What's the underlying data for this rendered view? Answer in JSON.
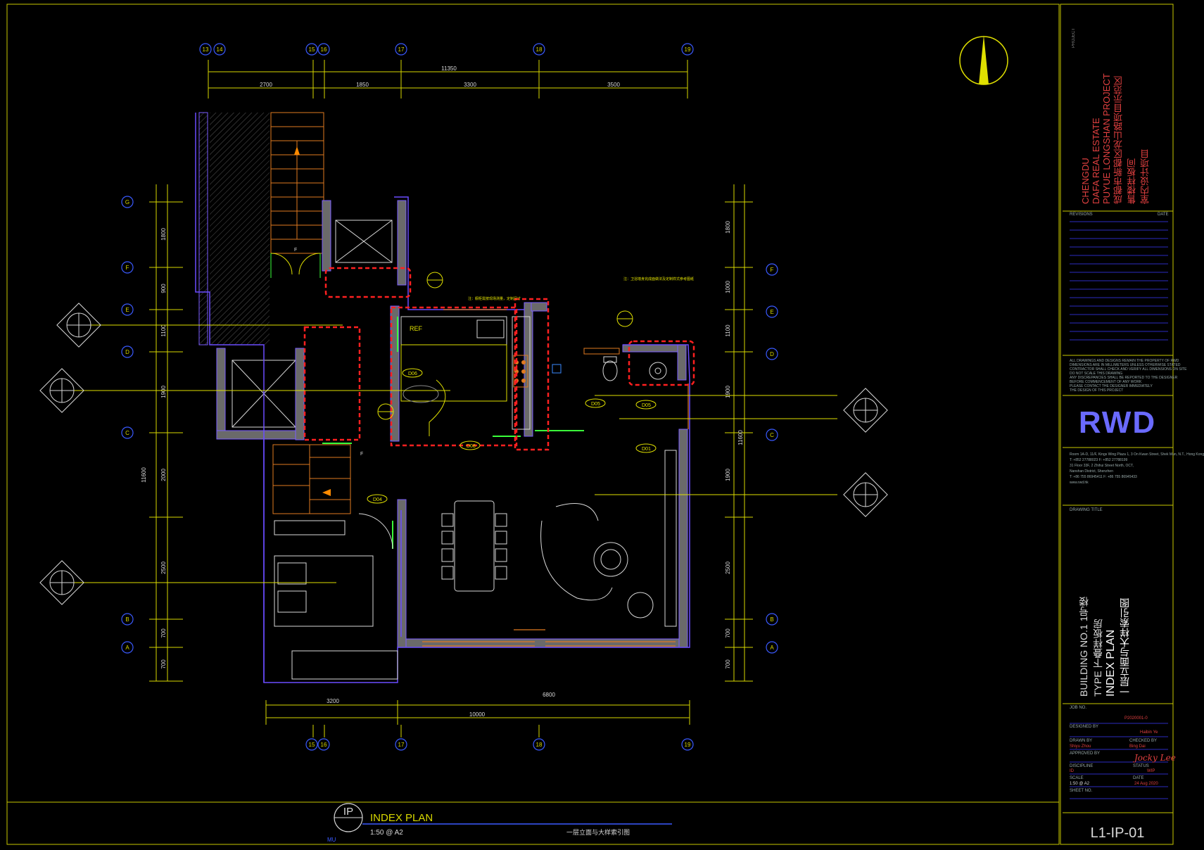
{
  "grid": {
    "columns_top": [
      "13",
      "14",
      "15",
      "16",
      "17",
      "18",
      "19"
    ],
    "columns_bottom": [
      "15",
      "16",
      "17",
      "18",
      "19"
    ],
    "rows_left": [
      "G",
      "F",
      "E",
      "D",
      "C",
      "B",
      "A"
    ],
    "rows_right": [
      "F",
      "E",
      "D",
      "C",
      "B",
      "A"
    ]
  },
  "dims": {
    "top_total": "11350",
    "top_segments": [
      "2700",
      "1850",
      "3300",
      "3500"
    ],
    "bottom_a": "3200",
    "bottom_b": "6800",
    "bottom_total": "10000",
    "left": [
      "1800",
      "900",
      "1100",
      "1900",
      "2000",
      "2500",
      "700",
      "700"
    ],
    "left_total": "11600",
    "right": [
      "1800",
      "1000",
      "1100",
      "1900",
      "1900",
      "2500",
      "700",
      "700"
    ],
    "right_total": "11600"
  },
  "tags": {
    "ref": "REF",
    "d05a": "D05",
    "d05b": "D05",
    "d01": "D01",
    "d04": "D04",
    "d06": "D06",
    "d08": "D08",
    "f1": "F",
    "f2": "F"
  },
  "notes": {
    "note1": "注：橱柜需按现场测量，定制尺寸",
    "note2": "注：卫浴墙身完成面做法及定制样式参考图纸"
  },
  "title_block": {
    "project_label": "PROJECT",
    "project_lines": [
      "CHENGDU",
      "DAFA REAL ESTATE",
      "PUYUE LONGSHAN PROJECT",
      "成都市新都区龙山路项目示范区",
      "售楼样板间",
      "室内设计项目"
    ],
    "revisions_label": "REVISIONS",
    "date_label": "DATE",
    "notes_lines": [
      "ALL DRAWINGS AND DESIGNS REMAIN THE PROPERTY OF RWD",
      "DIMENSIONS ARE IN MILLIMETERS UNLESS OTHERWISE STATED",
      "CONTRACTOR SHALL CHECK AND VERIFY ALL DIMENSIONS ON SITE",
      "DO NOT SCALE THIS DRAWING",
      "ANY DISCREPANCIES SHALL BE REPORTED TO THE DESIGNER",
      "BEFORE COMMENCEMENT OF ANY WORK",
      "PLEASE CONTACT THE DESIGNER IMMEDIATELY",
      "THE DESIGN OF THIS PROJECT"
    ],
    "logo": "RWD",
    "address_lines": [
      "Room 1A-D, 11/F, Kings Wing Plaza 1, 3 On Kwan Street, Shek Mun, N.T., Hong Kong",
      "T: +852 27788023   F: +852 27788199",
      "31 Floor 33F, 2 Zhihui Street North, OCT,",
      "Nanshan District, Shenzhen",
      "T: +86 755 86945411   F: +86 755 86945433",
      "www.rwd.hk"
    ],
    "drawing_title_label": "DRAWING TITLE",
    "building": "BUILDING NO.1 1号楼",
    "type": "TYPE 下叠样板房",
    "plan_title": "INDEX PLAN",
    "plan_title_cn": "一层立面与大样索引图",
    "job_no_label": "JOB NO.",
    "job_no": "P2020001-0",
    "designed_by_label": "DESIGNED BY",
    "designed_by": "Haibin Ye",
    "drawn_by_label": "DRAWN BY",
    "drawn_by": "Shiyu Zhou",
    "checked_by_label": "CHECKED BY",
    "checked_by": "Bing Dai",
    "approved_by_label": "APPROVED BY",
    "signature": "Jocky Lee",
    "discipline_label": "DISCIPLINE",
    "discipline": "ID",
    "status_label": "STATUS",
    "status": "WIP",
    "scale_label": "SCALE",
    "scale": "1:50 @ A2",
    "date_field_label": "DATE",
    "date_value": "24 Aug 2020",
    "sheet_no_label": "SHEET NO.",
    "sheet_no": "L1-IP-01"
  },
  "bottom_title": {
    "code": "IP",
    "sub_code": "MU",
    "title": "INDEX PLAN",
    "scale": "1:50 @ A2",
    "subtitle_cn": "一层立面与大样索引图"
  }
}
